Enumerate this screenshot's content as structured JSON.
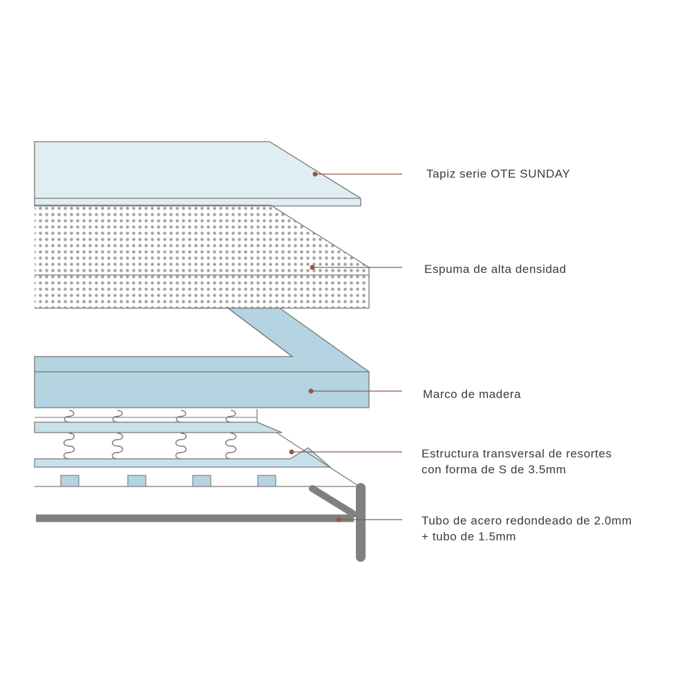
{
  "colors": {
    "upholstery_fill": "#dfeef3",
    "frame_fill": "#b4d4e1",
    "foam_dot": "#a3a3a3",
    "outline": "#777777",
    "steel": "#808080",
    "leader": "#8f5a45",
    "text": "#3a3a3a"
  },
  "layers": [
    {
      "id": "upholstery",
      "lines": [
        "Tapiz serie OTE SUNDAY"
      ]
    },
    {
      "id": "foam",
      "lines": [
        "Espuma de alta densidad"
      ]
    },
    {
      "id": "frame",
      "lines": [
        "Marco de madera"
      ]
    },
    {
      "id": "springs",
      "lines": [
        "Estructura transversal de resortes",
        "con forma de S de 3.5mm"
      ]
    },
    {
      "id": "tube",
      "lines": [
        "Tubo de acero redondeado de 2.0mm",
        "+ tubo de 1.5mm"
      ]
    }
  ]
}
